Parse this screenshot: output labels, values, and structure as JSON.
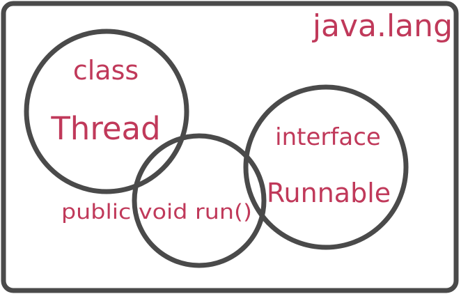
{
  "diagram": {
    "package_label": "java.lang",
    "thread": {
      "line1": "class",
      "line2": "Thread"
    },
    "runnable": {
      "line1": "interface",
      "line2": "Runnable"
    },
    "method": "public void run()"
  },
  "colors": {
    "text": "#c0395a",
    "stroke": "#4a4a4a",
    "background": "#ffffff"
  }
}
